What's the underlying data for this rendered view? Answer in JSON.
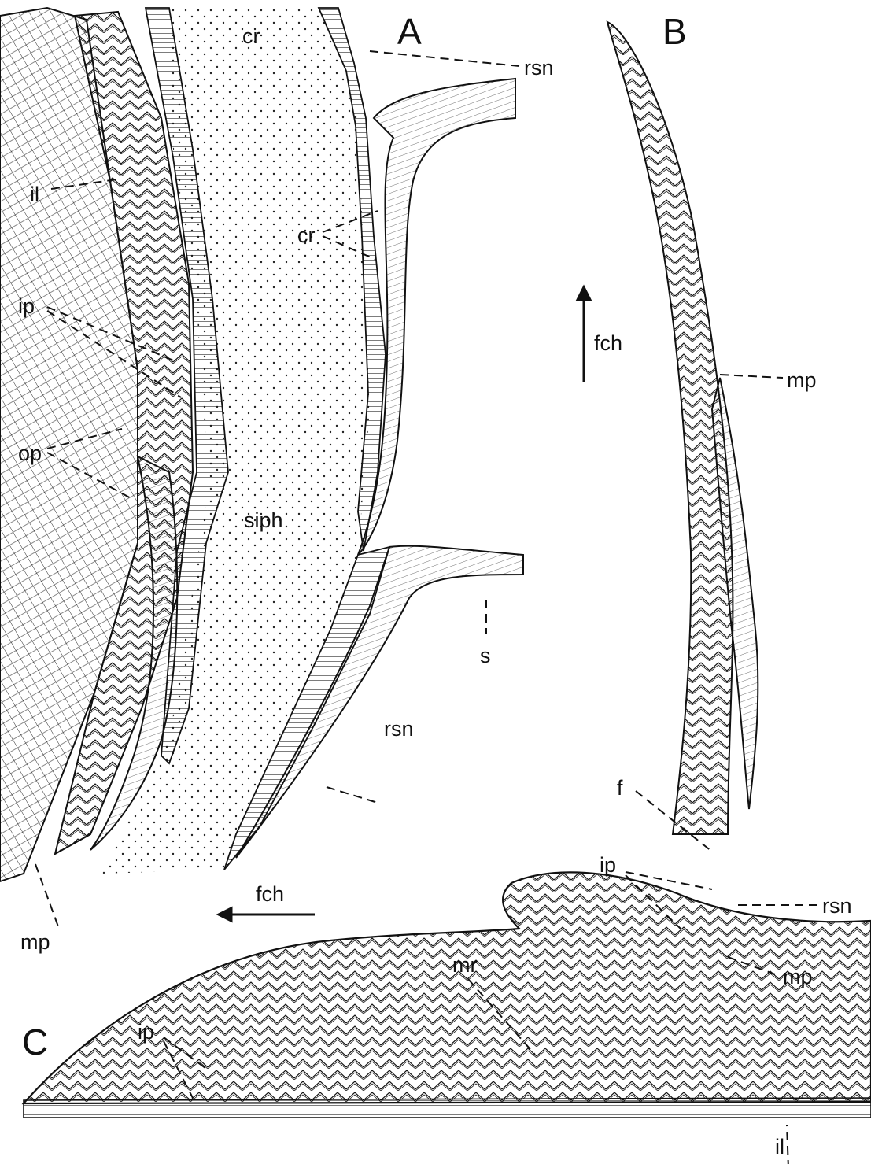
{
  "panels": {
    "a": "A",
    "b": "B",
    "c": "C"
  },
  "labels": {
    "cr_top": "cr",
    "rsn_top": "rsn",
    "il_a": "il",
    "cr_mid": "cr",
    "ip_a": "ip",
    "op_a": "op",
    "siph": "siph",
    "s": "s",
    "rsn_a": "rsn",
    "mp_a": "mp",
    "fch_a": "fch",
    "fch_b": "fch",
    "mp_b_top": "mp",
    "f_b": "f",
    "ip_b": "ip",
    "rsn_b": "rsn",
    "mp_b_bottom": "mp",
    "mr": "mr",
    "ip_c": "ip",
    "il_c": "il"
  }
}
